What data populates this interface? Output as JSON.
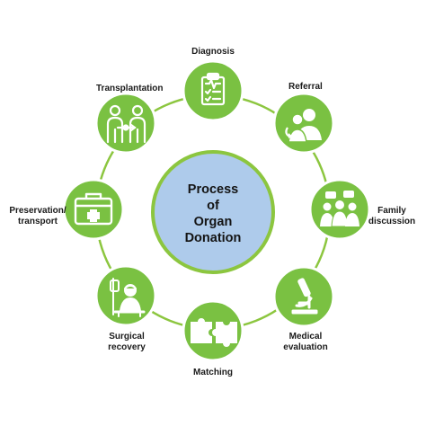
{
  "center": {
    "title": "Process\nof\nOrgan\nDonation"
  },
  "colors": {
    "node_green": "#7ac142",
    "ring_green": "#8cc63f",
    "center_blue": "#aecbeb",
    "center_border": "#8cc63f",
    "icon_white": "#ffffff"
  },
  "steps": [
    {
      "label": "Diagnosis",
      "icon": "clipboard-checklist-icon"
    },
    {
      "label": "Referral",
      "icon": "people-referral-icon"
    },
    {
      "label": "Family\ndiscussion",
      "icon": "family-group-chat-icon"
    },
    {
      "label": "Medical\nevaluation",
      "icon": "microscope-icon"
    },
    {
      "label": "Matching",
      "icon": "puzzle-pieces-icon"
    },
    {
      "label": "Surgical\nrecovery",
      "icon": "surgery-patient-icon"
    },
    {
      "label": "Preservation/\ntransport",
      "icon": "medical-cooler-icon"
    },
    {
      "label": "Transplantation",
      "icon": "two-persons-exchange-icon"
    }
  ]
}
